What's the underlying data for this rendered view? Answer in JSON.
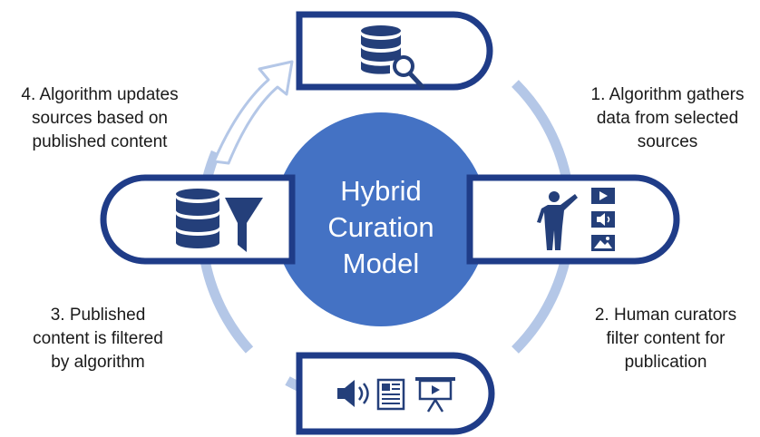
{
  "center": {
    "title_lines": [
      "Hybrid",
      "Curation",
      "Model"
    ]
  },
  "steps": [
    {
      "lines": [
        "1. Algorithm gathers",
        "data from selected",
        "sources"
      ]
    },
    {
      "lines": [
        "2. Human curators",
        "filter content for",
        "publication"
      ]
    },
    {
      "lines": [
        "3. Published",
        "content is filtered",
        "by algorithm"
      ]
    },
    {
      "lines": [
        "4. Algorithm updates",
        "sources based on",
        "published content"
      ]
    }
  ],
  "colors": {
    "center_fill": "#4472c4",
    "pill_border": "#1f3c88",
    "icon": "#243f7a",
    "cycle_arrow": "#b4c7e7"
  },
  "icons": {
    "top": "database-search-icon",
    "right": [
      "presenter-icon",
      "video-play-icon",
      "audio-icon",
      "image-icon"
    ],
    "bottom": [
      "speaker-icon",
      "newspaper-icon",
      "presentation-board-icon"
    ],
    "left": [
      "database-icon",
      "filter-funnel-icon"
    ]
  }
}
